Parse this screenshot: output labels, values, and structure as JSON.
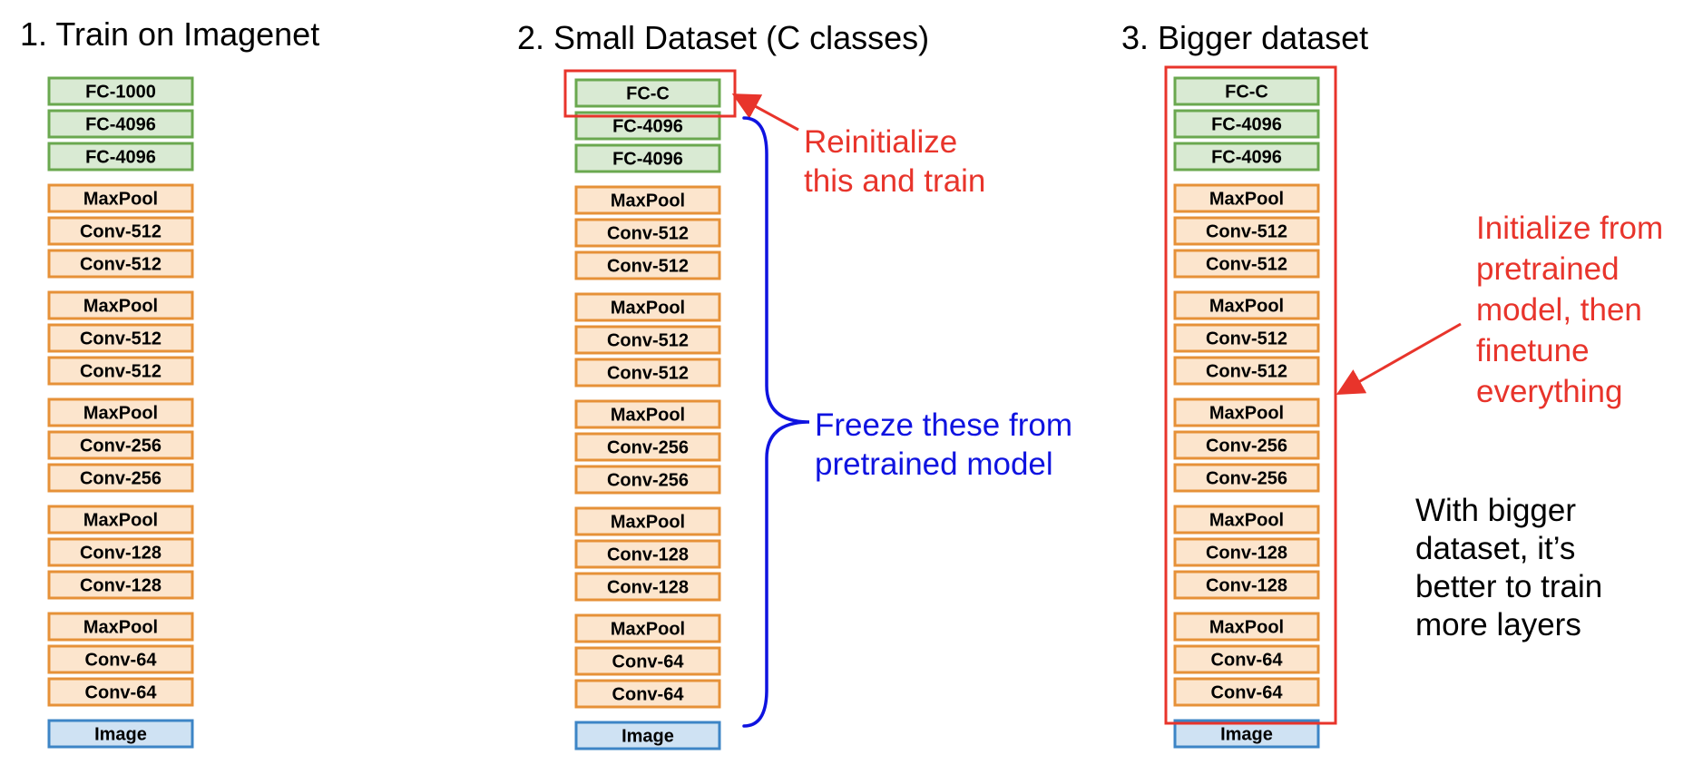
{
  "columns": [
    {
      "title": "1. Train on Imagenet",
      "layers": [
        {
          "label": "FC-1000",
          "kind": "fc"
        },
        {
          "label": "FC-4096",
          "kind": "fc"
        },
        {
          "label": "FC-4096",
          "kind": "fc"
        },
        {
          "label": "MaxPool",
          "kind": "conv"
        },
        {
          "label": "Conv-512",
          "kind": "conv"
        },
        {
          "label": "Conv-512",
          "kind": "conv"
        },
        {
          "label": "MaxPool",
          "kind": "conv"
        },
        {
          "label": "Conv-512",
          "kind": "conv"
        },
        {
          "label": "Conv-512",
          "kind": "conv"
        },
        {
          "label": "MaxPool",
          "kind": "conv"
        },
        {
          "label": "Conv-256",
          "kind": "conv"
        },
        {
          "label": "Conv-256",
          "kind": "conv"
        },
        {
          "label": "MaxPool",
          "kind": "conv"
        },
        {
          "label": "Conv-128",
          "kind": "conv"
        },
        {
          "label": "Conv-128",
          "kind": "conv"
        },
        {
          "label": "MaxPool",
          "kind": "conv"
        },
        {
          "label": "Conv-64",
          "kind": "conv"
        },
        {
          "label": "Conv-64",
          "kind": "conv"
        },
        {
          "label": "Image",
          "kind": "image"
        }
      ]
    },
    {
      "title": "2. Small Dataset (C classes)",
      "layers": [
        {
          "label": "FC-C",
          "kind": "fc"
        },
        {
          "label": "FC-4096",
          "kind": "fc"
        },
        {
          "label": "FC-4096",
          "kind": "fc"
        },
        {
          "label": "MaxPool",
          "kind": "conv"
        },
        {
          "label": "Conv-512",
          "kind": "conv"
        },
        {
          "label": "Conv-512",
          "kind": "conv"
        },
        {
          "label": "MaxPool",
          "kind": "conv"
        },
        {
          "label": "Conv-512",
          "kind": "conv"
        },
        {
          "label": "Conv-512",
          "kind": "conv"
        },
        {
          "label": "MaxPool",
          "kind": "conv"
        },
        {
          "label": "Conv-256",
          "kind": "conv"
        },
        {
          "label": "Conv-256",
          "kind": "conv"
        },
        {
          "label": "MaxPool",
          "kind": "conv"
        },
        {
          "label": "Conv-128",
          "kind": "conv"
        },
        {
          "label": "Conv-128",
          "kind": "conv"
        },
        {
          "label": "MaxPool",
          "kind": "conv"
        },
        {
          "label": "Conv-64",
          "kind": "conv"
        },
        {
          "label": "Conv-64",
          "kind": "conv"
        },
        {
          "label": "Image",
          "kind": "image"
        }
      ]
    },
    {
      "title": "3. Bigger dataset",
      "layers": [
        {
          "label": "FC-C",
          "kind": "fc"
        },
        {
          "label": "FC-4096",
          "kind": "fc"
        },
        {
          "label": "FC-4096",
          "kind": "fc"
        },
        {
          "label": "MaxPool",
          "kind": "conv"
        },
        {
          "label": "Conv-512",
          "kind": "conv"
        },
        {
          "label": "Conv-512",
          "kind": "conv"
        },
        {
          "label": "MaxPool",
          "kind": "conv"
        },
        {
          "label": "Conv-512",
          "kind": "conv"
        },
        {
          "label": "Conv-512",
          "kind": "conv"
        },
        {
          "label": "MaxPool",
          "kind": "conv"
        },
        {
          "label": "Conv-256",
          "kind": "conv"
        },
        {
          "label": "Conv-256",
          "kind": "conv"
        },
        {
          "label": "MaxPool",
          "kind": "conv"
        },
        {
          "label": "Conv-128",
          "kind": "conv"
        },
        {
          "label": "Conv-128",
          "kind": "conv"
        },
        {
          "label": "MaxPool",
          "kind": "conv"
        },
        {
          "label": "Conv-64",
          "kind": "conv"
        },
        {
          "label": "Conv-64",
          "kind": "conv"
        },
        {
          "label": "Image",
          "kind": "image"
        }
      ]
    }
  ],
  "annotations": {
    "reinit": [
      "Reinitialize",
      "this and train"
    ],
    "freeze": [
      "Freeze these from",
      "pretrained model"
    ],
    "initialize": [
      "Initialize from",
      "pretrained",
      "model, then",
      "finetune",
      "everything"
    ],
    "bigger": [
      "With bigger",
      "dataset, it’s",
      "better to train",
      "more layers"
    ]
  },
  "colors": {
    "fc_fill": "#d9ead3",
    "fc_stroke": "#6aa84f",
    "conv_fill": "#fce5cd",
    "conv_stroke": "#e69138",
    "image_fill": "#cfe2f3",
    "image_stroke": "#3d85c6",
    "highlight_red": "#e8342b",
    "brace_blue": "#0f13e0"
  }
}
